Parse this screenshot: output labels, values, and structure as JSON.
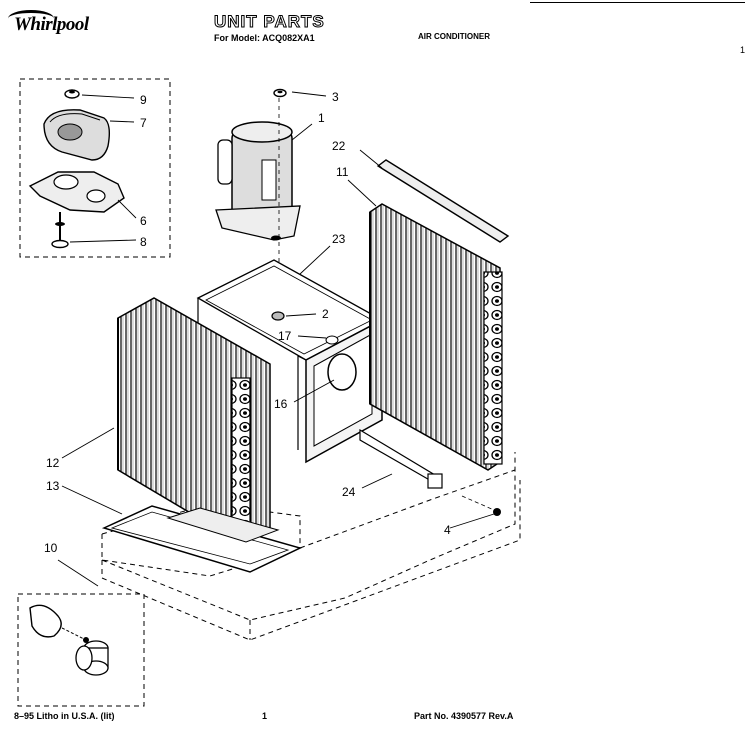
{
  "header": {
    "brand": "Whirlpool",
    "title": "UNIT PARTS",
    "model_line": "For Model: ACQ082XA1",
    "product": "AIR CONDITIONER",
    "page_mark": "1"
  },
  "footer": {
    "litho": "8–95 Litho in U.S.A. (lit)",
    "page": "1",
    "part_no": "Part No. 4390577 Rev.A"
  },
  "callouts": [
    {
      "label": "9"
    },
    {
      "label": "7"
    },
    {
      "label": "6"
    },
    {
      "label": "8"
    },
    {
      "label": "3"
    },
    {
      "label": "1"
    },
    {
      "label": "22"
    },
    {
      "label": "11"
    },
    {
      "label": "23"
    },
    {
      "label": "2"
    },
    {
      "label": "17"
    },
    {
      "label": "16"
    },
    {
      "label": "12"
    },
    {
      "label": "13"
    },
    {
      "label": "24"
    },
    {
      "label": "4"
    },
    {
      "label": "10"
    }
  ]
}
